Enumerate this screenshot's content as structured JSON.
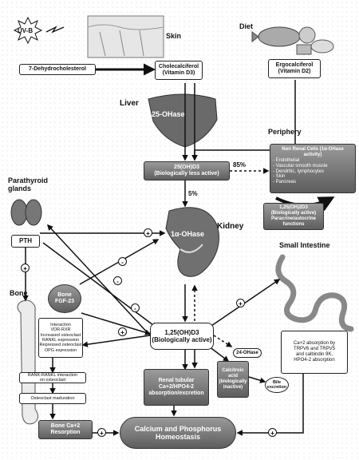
{
  "uvb": "UV-B",
  "labels": {
    "skin": "Skin",
    "diet": "Diet",
    "liver": "Liver",
    "periphery": "Periphery",
    "parathyroid": "Parathyroid\nglands",
    "kidney": "Kidney",
    "small_intestine": "Small Intestine",
    "bone": "Bone",
    "hydroxylase_liver": "25-OHase",
    "hydroxylase_kidney": "1α-OHase",
    "pct_85": "85%",
    "pct_5": "5%"
  },
  "boxes": {
    "dehydro": "7-Dehydrocholesterol",
    "chole": "Cholecalciferol\n(Vitamin D3)",
    "ergo": "Ergocalciferol\n(Vitamin D2)",
    "oh25": "25(OH)D3\n(Biologically less active)",
    "nonrenal_title": "Non Renal Cells (1α-OHase activity)",
    "nonrenal_items": "- Endothelial\n- Vascular smooth muscle\n- Dendritic, lymphocytes\n- Skin\n- Pancreas",
    "paracrine": "1,25(OH)2D3\n(Biologically active)\nParacrine/autocrine\nfunctions",
    "pth": "PTH",
    "bone_fgf": "Bone\nFGF-23",
    "interaction": "Interaction\nVDR-RXR\nIncreased osteoclast\nRANKL expression\nRepressed osteoclast\nOPG expression",
    "rank": "RANK-RANKL interaction\non osteoclast",
    "osteoclast": "Osteoclast maduration",
    "bone_resorption": "Bone Ca+2\nResorption",
    "active": "1,25(OH)D3\n(Biologically active)",
    "oh24": "24-OHase",
    "renal": "Renal tubular\nCa+2/HPO4-2\nabsorption/excretion",
    "calcitroic": "Calcitroic\nacid\n(biologically\ninactive)",
    "bile": "Bile\nexcretion",
    "intestine_text": "Ca+2 absorption by\nTRPV6 and TRPV5\nand calbindin 9K,\nHPO4-2 absorption",
    "homeostasis": "Calcium and Phosphorus\nHomeostasis"
  },
  "signs": {
    "plus": "+",
    "minus": "-"
  }
}
